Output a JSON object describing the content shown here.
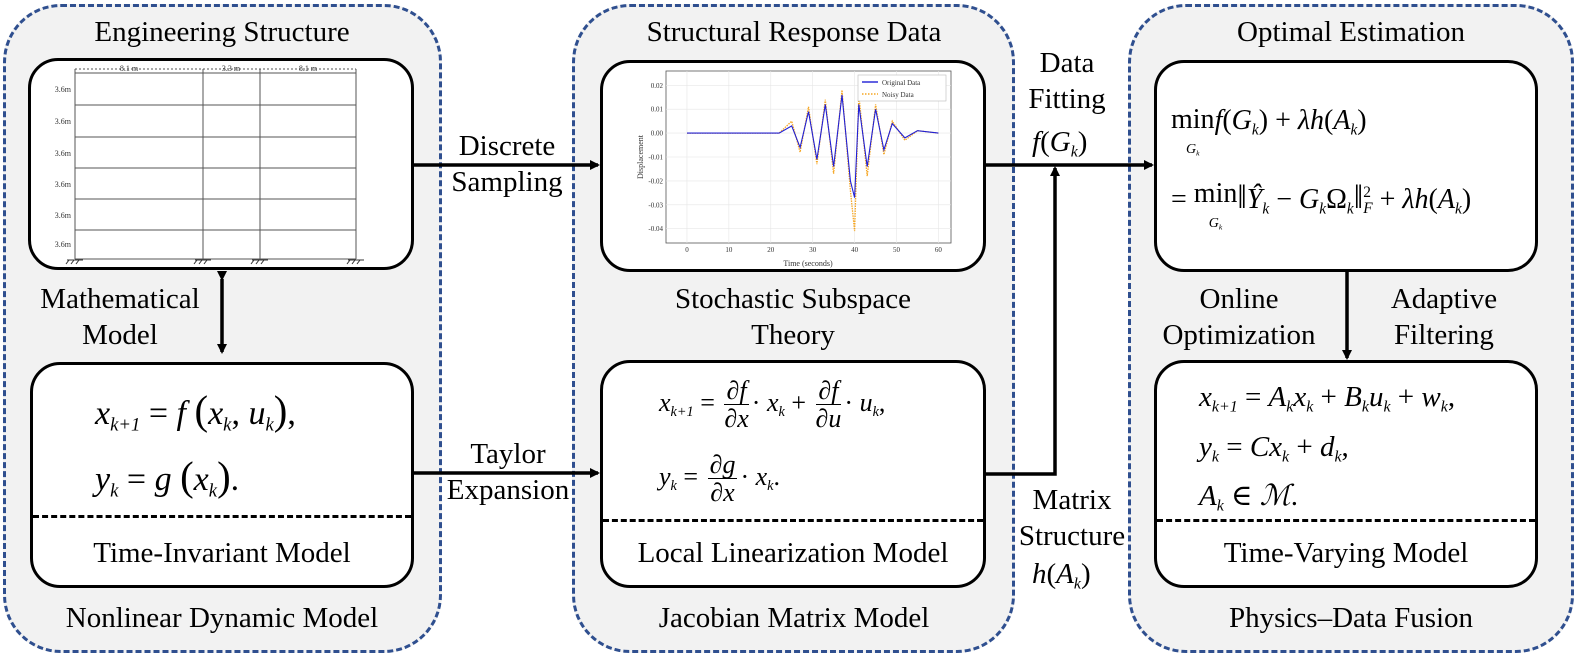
{
  "panels": {
    "left": {
      "title": "Engineering Structure",
      "footer": "Nonlinear Dynamic Model",
      "box_label": "Time-Invariant Model",
      "link_label": [
        "Mathematical",
        "Model"
      ]
    },
    "middle": {
      "title": "Structural Response Data",
      "footer": "Jacobian Matrix Model",
      "box_label": "Local Linearization Model",
      "theory_label": [
        "Stochastic Subspace",
        "Theory"
      ]
    },
    "right": {
      "title": "Optimal Estimation",
      "footer": "Physics–Data Fusion",
      "box_label": "Time-Varying Model",
      "online": [
        "Online",
        "Optimization"
      ],
      "adaptive": [
        "Adaptive",
        "Filtering"
      ]
    }
  },
  "arrows": {
    "sampling": [
      "Discrete",
      "Sampling"
    ],
    "taylor": [
      "Taylor",
      "Expansion"
    ],
    "fitting": [
      "Data",
      "Fitting"
    ],
    "fitting_term": "f(G_k)",
    "matrix": [
      "Matrix",
      "Structure"
    ],
    "matrix_term": "h(A_k)"
  },
  "frame": {
    "spans": [
      "8.1 m",
      "3.3 m",
      "8.1 m"
    ],
    "story_heights": [
      "3.6m",
      "3.6m",
      "3.6m",
      "3.6m",
      "3.6m",
      "3.6m"
    ]
  },
  "chart_data": {
    "type": "line",
    "xlabel": "Time (seconds)",
    "ylabel": "Displacement",
    "xlim": [
      -5,
      63
    ],
    "ylim": [
      -0.046,
      0.026
    ],
    "xticks": [
      "0",
      "10",
      "20",
      "30",
      "40",
      "50",
      "60"
    ],
    "yticks": [
      "0.02",
      "0.01",
      "0.00",
      "-0.01",
      "-0.02",
      "-0.03",
      "-0.04"
    ],
    "legend_position": "top-right",
    "series": [
      {
        "name": "Original Data",
        "color": "#1f1fd6",
        "style": "solid",
        "x": [
          0,
          22,
          25,
          27,
          29,
          31,
          33,
          35,
          37,
          39,
          40,
          41,
          43,
          45,
          47,
          49,
          52,
          55,
          60
        ],
        "y": [
          0,
          0,
          0.003,
          -0.006,
          0.009,
          -0.011,
          0.012,
          -0.014,
          0.016,
          -0.02,
          -0.027,
          0.012,
          -0.014,
          0.01,
          -0.007,
          0.004,
          -0.002,
          0.001,
          0
        ]
      },
      {
        "name": "Noisy Data",
        "color": "#f5a623",
        "style": "dotted",
        "x": [
          0,
          22,
          25,
          27,
          29,
          31,
          33,
          35,
          37,
          39,
          40,
          41,
          43,
          45,
          47,
          49,
          52,
          55,
          60
        ],
        "y": [
          0,
          0,
          0.005,
          -0.008,
          0.011,
          -0.013,
          0.014,
          -0.017,
          0.018,
          -0.024,
          -0.041,
          0.016,
          -0.018,
          0.012,
          -0.009,
          0.005,
          -0.003,
          0.001,
          0
        ]
      }
    ]
  }
}
